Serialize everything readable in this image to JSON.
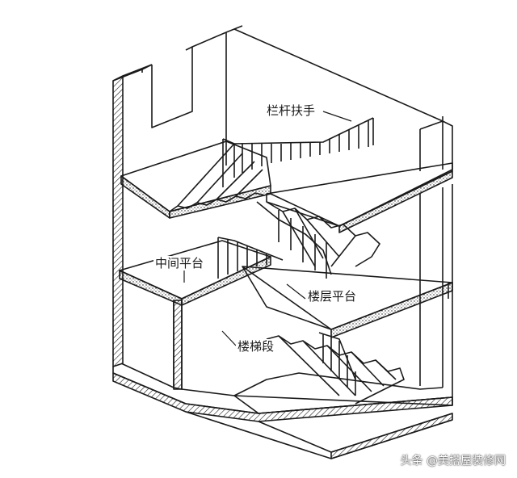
{
  "labels": {
    "railing_handrail": "栏杆扶手",
    "middle_landing": "中间平台",
    "floor_landing": "楼层平台",
    "stair_flight": "楼梯段"
  },
  "watermark": "头条 @美搭屋装修网",
  "colors": {
    "ink": "#1a1a1a",
    "paper": "#ffffff"
  }
}
